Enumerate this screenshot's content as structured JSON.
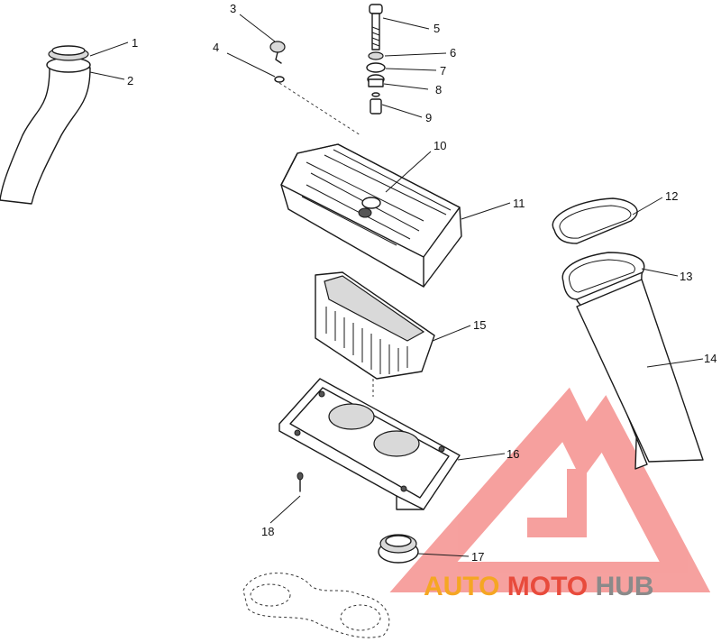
{
  "diagram": {
    "callouts": [
      {
        "label": "1"
      },
      {
        "label": "2"
      },
      {
        "label": "3"
      },
      {
        "label": "4"
      },
      {
        "label": "5"
      },
      {
        "label": "6"
      },
      {
        "label": "7"
      },
      {
        "label": "8"
      },
      {
        "label": "9"
      },
      {
        "label": "10"
      },
      {
        "label": "11"
      },
      {
        "label": "12"
      },
      {
        "label": "13"
      },
      {
        "label": "14"
      },
      {
        "label": "15"
      },
      {
        "label": "16"
      },
      {
        "label": "17"
      },
      {
        "label": "18"
      }
    ]
  },
  "watermark": {
    "word_part1": "AUTO",
    "word_part2": "MOTO",
    "word_part3": "HUB",
    "color_orange": "#f5a623",
    "color_red": "#e84b3c",
    "color_grey": "#8a8a8a",
    "color_triangle": "#ef5350"
  }
}
